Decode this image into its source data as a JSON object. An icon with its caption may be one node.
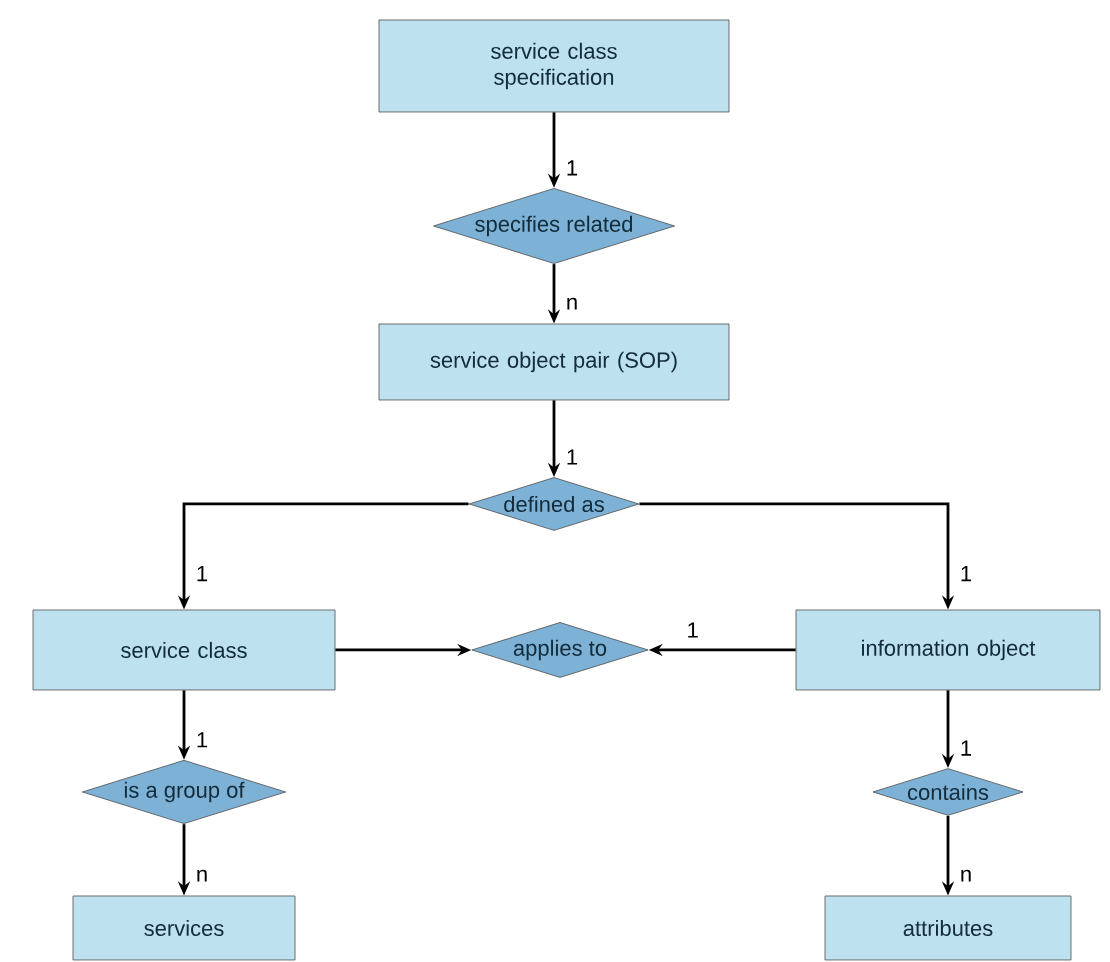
{
  "diagram": {
    "nodes": [
      {
        "text": [
          "service class specification"
        ]
      },
      {
        "text": [
          "specifies related"
        ]
      },
      {
        "text": [
          "service object pair (SOP)"
        ]
      },
      {
        "text": [
          "defined as"
        ]
      },
      {
        "text": [
          "service class"
        ]
      },
      {
        "text": [
          "applies to"
        ]
      },
      {
        "text": [
          "information object"
        ]
      },
      {
        "text": [
          "is a group of"
        ]
      },
      {
        "text": [
          "contains"
        ]
      },
      {
        "text": [
          "services"
        ]
      },
      {
        "text": [
          "attributes"
        ]
      }
    ],
    "edges": [
      {
        "from": 0,
        "to": 1,
        "arrow": "to",
        "label": "1"
      },
      {
        "from": 1,
        "to": 2,
        "arrow": "to",
        "label": "n"
      },
      {
        "from": 2,
        "to": 3,
        "arrow": "to",
        "label": "1"
      },
      {
        "from": 3,
        "to": 4,
        "arrow": "to",
        "label": "1"
      },
      {
        "from": 3,
        "to": 6,
        "arrow": "to",
        "label": "1"
      },
      {
        "from": 4,
        "to": 5,
        "arrow": "to"
      },
      {
        "from": 6,
        "to": 5,
        "arrow": "to",
        "label": "1"
      },
      {
        "from": 4,
        "to": 7,
        "arrow": "to",
        "label": "1"
      },
      {
        "from": 7,
        "to": 9,
        "arrow": "to",
        "label": "n"
      },
      {
        "from": 6,
        "to": 8,
        "arrow": "to",
        "label": "1"
      },
      {
        "from": 8,
        "to": 10,
        "arrow": "to",
        "label": "n"
      }
    ]
  }
}
